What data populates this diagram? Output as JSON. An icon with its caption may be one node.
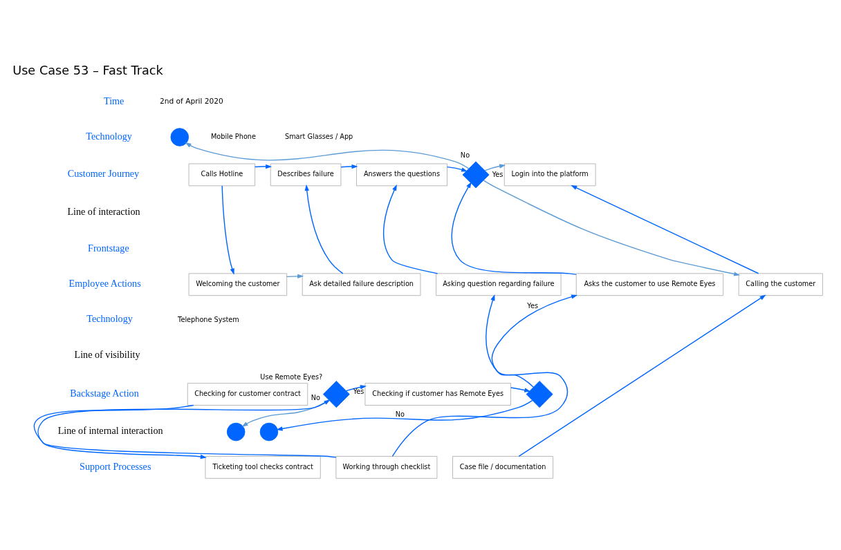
{
  "diagram": {
    "title": "Use Case 53 – Fast Track",
    "nodes": [
      {
        "text": [
          "Calls Hotline"
        ]
      },
      {
        "text": [
          "Describes failure"
        ]
      },
      {
        "text": [
          "Answers the questions"
        ]
      },
      {
        "text": [],
        "shape": "diamond"
      },
      {
        "text": [],
        "shape": "circle"
      },
      {
        "text": [
          "Login into the platform"
        ]
      },
      {
        "text": [
          "Welcoming the customer"
        ]
      },
      {
        "text": [
          "Ask detailed failure description"
        ]
      },
      {
        "text": [
          "Asking question regarding failure"
        ]
      },
      {
        "text": [
          "Asks the customer to use Remote Eyes"
        ]
      },
      {
        "text": [
          "Calling the customer"
        ]
      },
      {
        "text": [
          "Checking for customer contract"
        ]
      },
      {
        "text": [
          "Use Remote Eyes?"
        ]
      },
      {
        "text": [],
        "shape": "circle"
      },
      {
        "text": [
          "Checking if customer has Remote Eyes"
        ]
      },
      {
        "text": [],
        "shape": "diamond"
      },
      {
        "text": [],
        "shape": "circle"
      },
      {
        "text": [
          "Ticketing tool checks contract"
        ]
      },
      {
        "text": [
          "Working through checklist"
        ]
      },
      {
        "text": [
          "Case file / documentation"
        ]
      }
    ],
    "edges": [
      {
        "from": 0,
        "to": 1,
        "arrow": "to"
      },
      {
        "from": 1,
        "to": 2,
        "arrow": "to"
      },
      {
        "from": 2,
        "to": 3,
        "arrow": "to"
      },
      {
        "from": 3,
        "to": 4,
        "arrow": "to",
        "label": "No",
        "color": "#5b9bd5"
      },
      {
        "from": 3,
        "to": 5,
        "arrow": "to",
        "label": "Yes",
        "color": "#5b9bd5"
      },
      {
        "from": 3,
        "to": 10,
        "arrow": "to",
        "color": "#5b9bd5"
      },
      {
        "from": 10,
        "to": 5,
        "arrow": "to"
      },
      {
        "from": 9,
        "to": 3,
        "arrow": "to"
      },
      {
        "from": 0,
        "to": 6,
        "arrow": "to"
      },
      {
        "from": 6,
        "to": 7,
        "arrow": "to",
        "color": "#5b9bd5"
      },
      {
        "from": 7,
        "to": 1,
        "arrow": "to"
      },
      {
        "from": 8,
        "to": 2,
        "arrow": "to"
      },
      {
        "from": 18,
        "to": 8,
        "arrow": "to"
      },
      {
        "from": 18,
        "to": 12,
        "arrow": "to"
      },
      {
        "from": 12,
        "to": 13,
        "arrow": "to",
        "label": "No",
        "color": "#5b9bd5"
      },
      {
        "from": 12,
        "to": 14,
        "arrow": "to",
        "label": "Yes"
      },
      {
        "from": 14,
        "to": 15,
        "arrow": "to"
      },
      {
        "from": 15,
        "to": 16,
        "arrow": "to",
        "label": "No"
      },
      {
        "from": 15,
        "to": 9,
        "arrow": "to",
        "label": "Yes"
      },
      {
        "from": 11,
        "to": 17,
        "arrow": "to"
      },
      {
        "from": 19,
        "to": 10,
        "arrow": "to"
      }
    ],
    "labels": [
      "2nd of April 2020",
      "Time",
      "Technology",
      "Mobile Phone",
      "Smart Glasses / App",
      "Customer Journey",
      "Line of interaction",
      "Frontstage",
      "Employee Actions",
      "Technology",
      "Telephone System",
      "Line of visibility",
      "Backstage Action",
      "Line of internal interaction",
      "Support Processes"
    ]
  }
}
